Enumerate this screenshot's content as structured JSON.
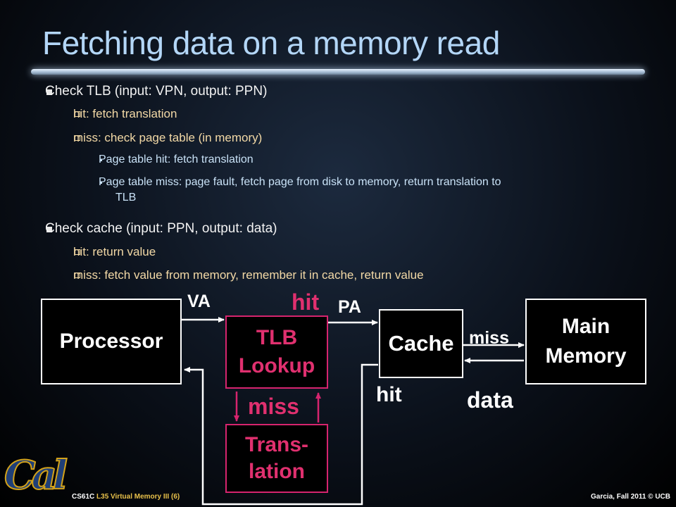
{
  "slide": {
    "title": "Fetching data on a memory read"
  },
  "bullets": {
    "tlb": "Check TLB (input: VPN, output: PPN)",
    "tlb_hit": "hit: fetch translation",
    "tlb_miss": "miss: check page table (in memory)",
    "pt_hit": "Page table hit: fetch translation",
    "pt_miss_line1": "Page table miss: page fault, fetch page from disk to memory, return translation to",
    "pt_miss_line2": "TLB",
    "cache": "Check cache (input: PPN, output: data)",
    "cache_hit": "hit: return value",
    "cache_miss": "miss: fetch value from memory, remember it in cache, return value"
  },
  "diagram": {
    "processor": "Processor",
    "tlb_line1": "TLB",
    "tlb_line2": "Lookup",
    "translation_line1": "Trans-",
    "translation_line2": "lation",
    "cache": "Cache",
    "memory_line1": "Main",
    "memory_line2": "Memory",
    "va": "VA",
    "pa": "PA",
    "tlb_hit": "hit",
    "tlb_miss": "miss",
    "cache_miss": "miss",
    "cache_hit": "hit",
    "data": "data"
  },
  "footer": {
    "course": "CS61C",
    "lecture": "L35 Virtual Memory III (6)",
    "credit": "Garcia, Fall 2011 © UCB",
    "logo_text": "Cal"
  },
  "colors": {
    "title": "#b3d6f7",
    "accent_pink": "#e0306f",
    "sub_bullet": "#f3d9a6",
    "sub_sub_bullet": "#c9e2f7"
  }
}
